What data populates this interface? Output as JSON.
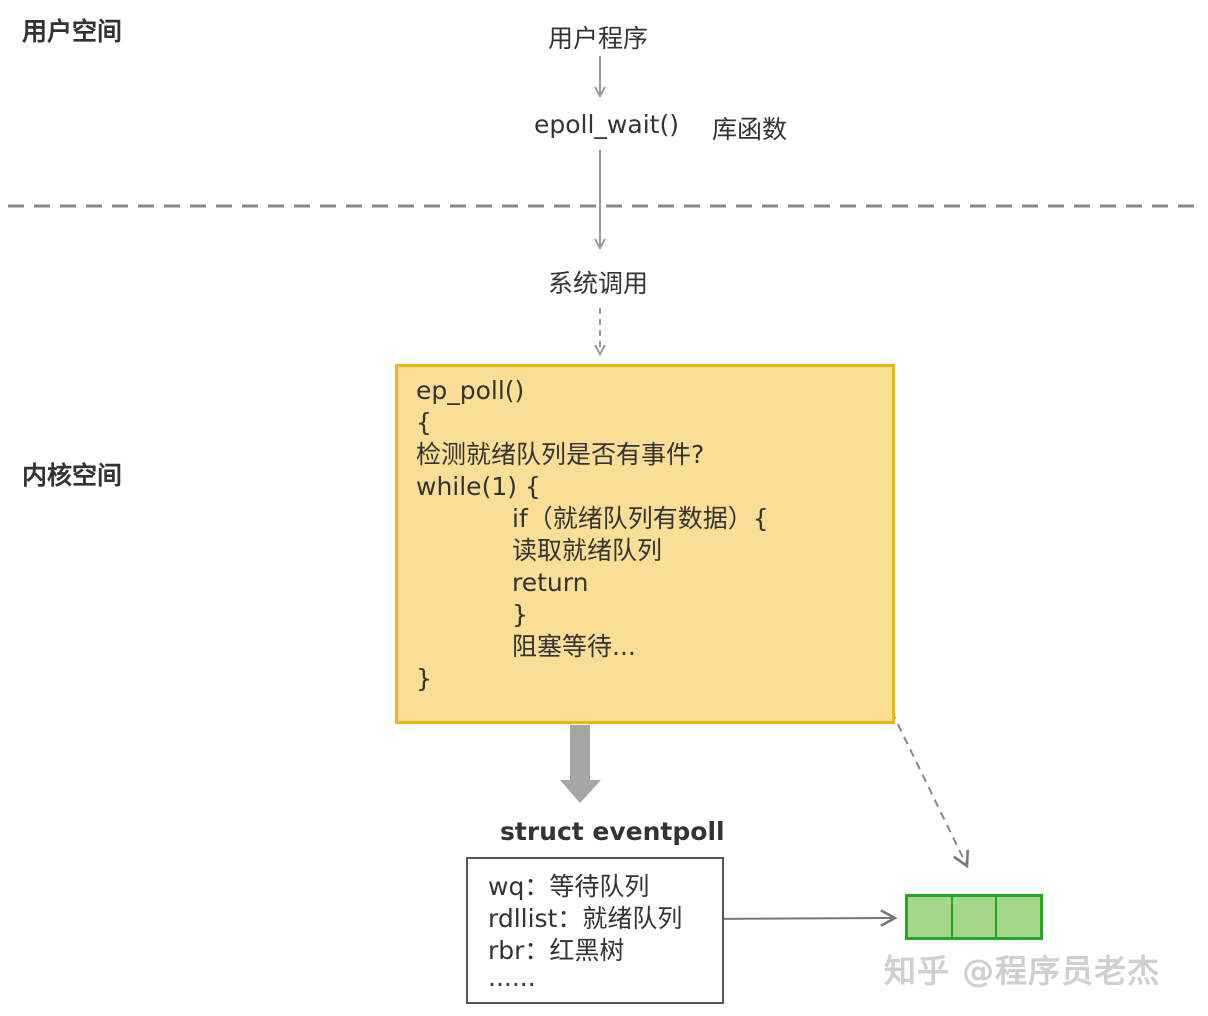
{
  "regions": {
    "user_space": "用户空间",
    "kernel_space": "内核空间"
  },
  "flow": {
    "user_program": "用户程序",
    "epoll_wait": "epoll_wait()",
    "library_function": "库函数",
    "system_call": "系统调用"
  },
  "kernel_code": {
    "lines": [
      "ep_poll()",
      "{",
      "检测就绪队列是否有事件?",
      "while(1) {",
      "if（就绪队列有数据）{",
      "读取就绪队列",
      "return",
      "}",
      "阻塞等待...",
      "}"
    ]
  },
  "eventpoll": {
    "title": "struct eventpoll",
    "fields": [
      "wq：等待队列",
      "rdllist：就绪队列",
      "rbr：红黑树",
      "......"
    ]
  },
  "watermark": "知乎 @程序员老杰",
  "colors": {
    "kernel_box_fill": "#f9df95",
    "kernel_box_border": "#eab716",
    "queue_fill": "#a5d68c",
    "queue_border": "#23a823",
    "arrow": "#999999"
  }
}
